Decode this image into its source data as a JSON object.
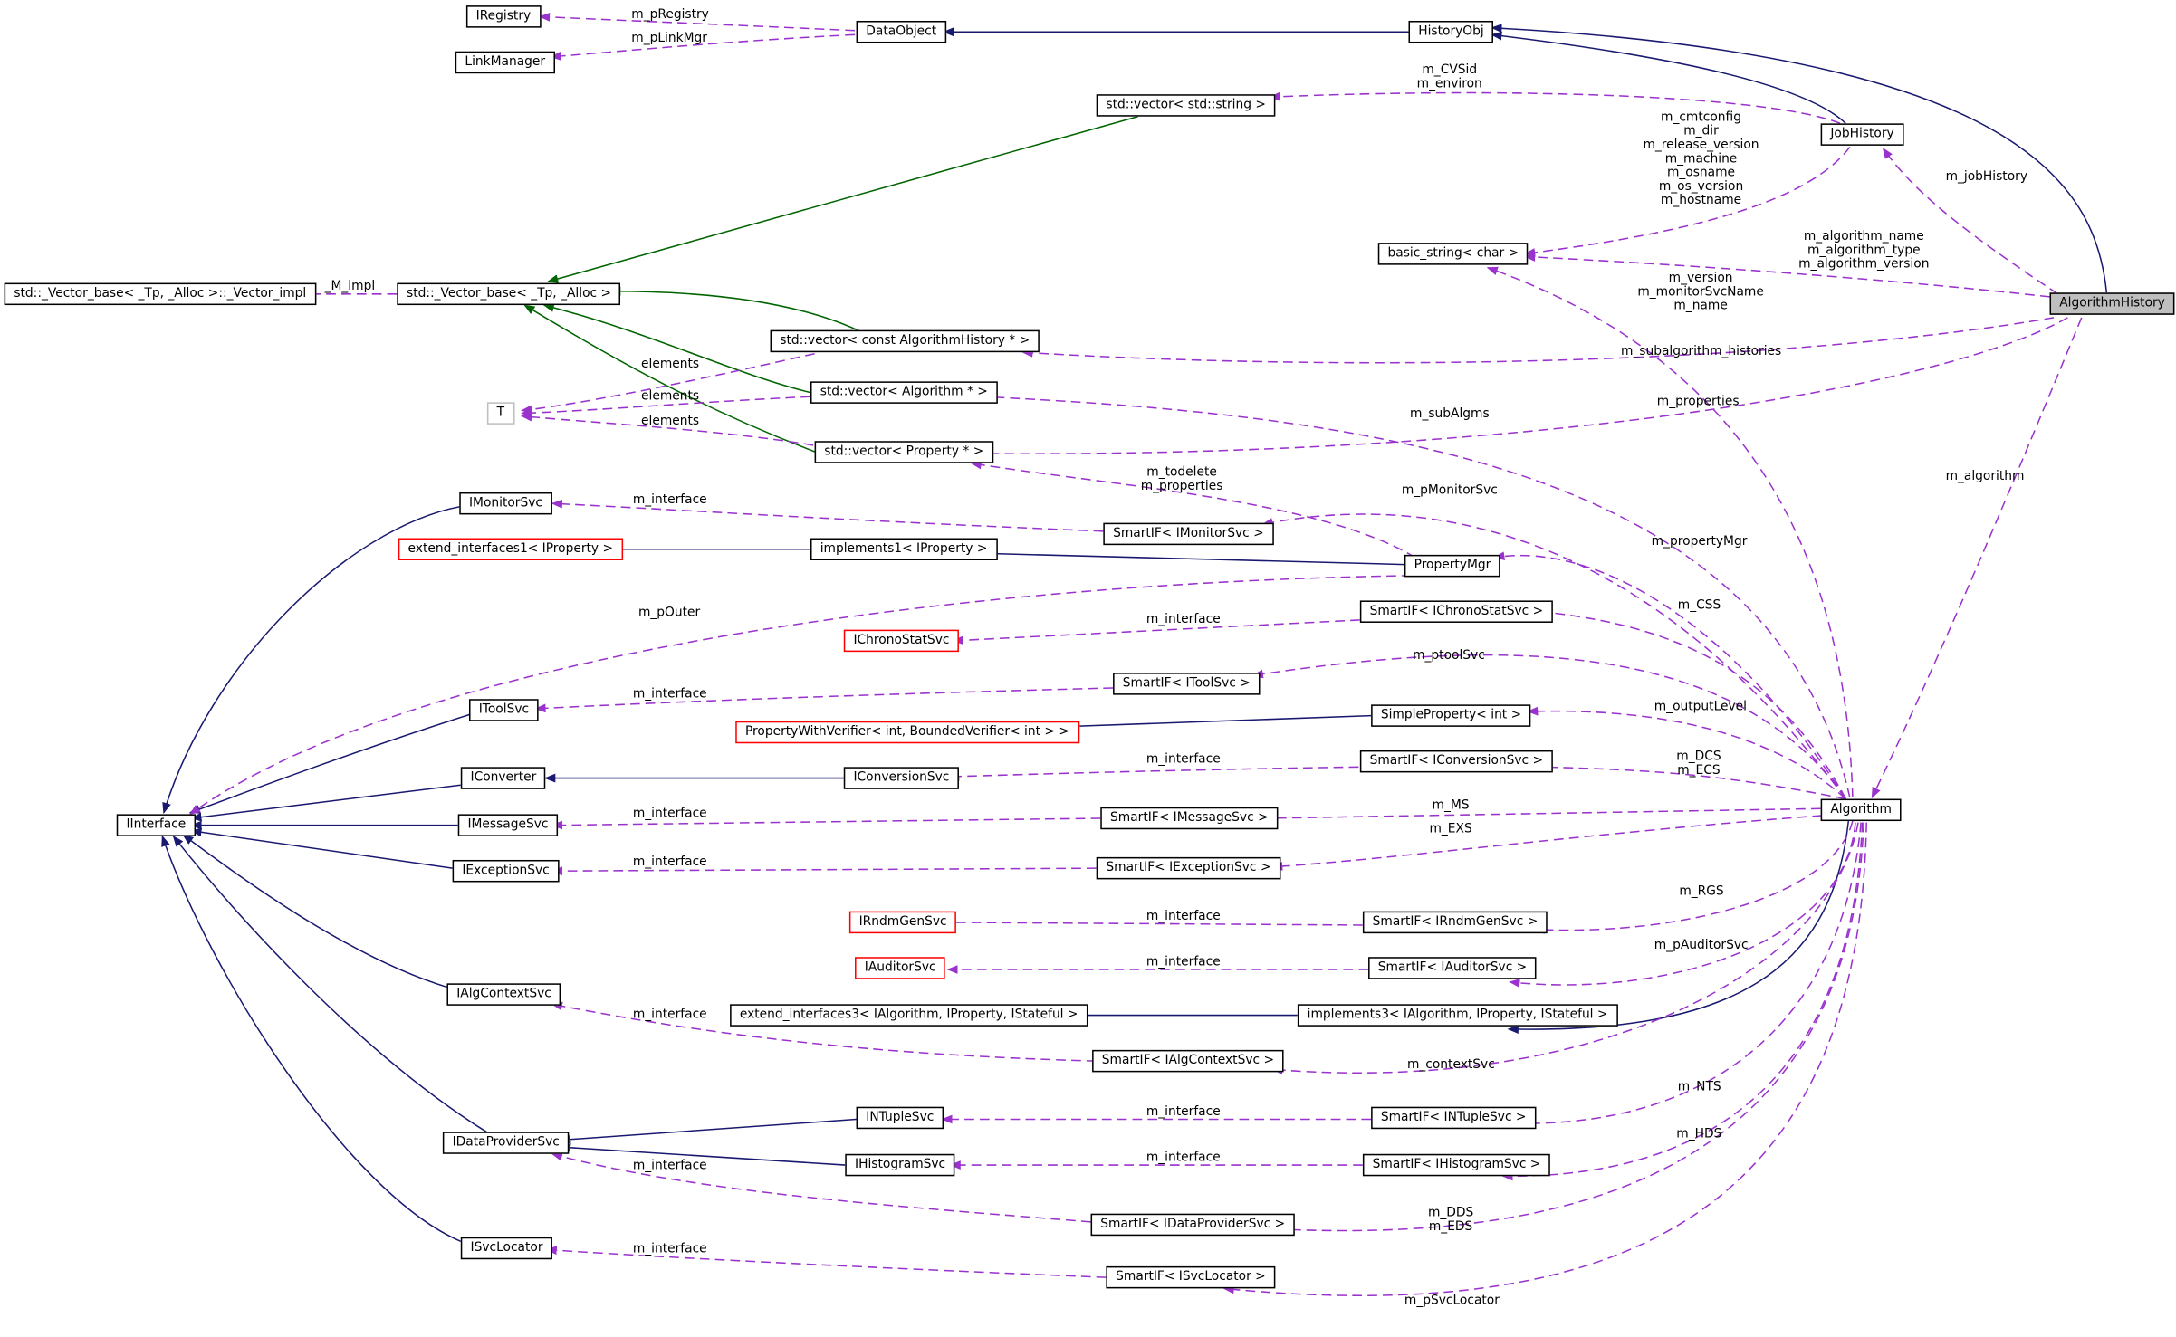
{
  "colors": {
    "inheritance": "#191970",
    "template": "#006400",
    "usage": "#9a32cd",
    "missing_class_border": "#ff0000"
  },
  "nodes": {
    "iregistry": "IRegistry",
    "linkmanager": "LinkManager",
    "dataobject": "DataObject",
    "historyobj": "HistoryObj",
    "jobhistory": "JobHistory",
    "vector_string": "std::vector< std::string >",
    "basic_string": "basic_string< char >",
    "algorithmhistory": "AlgorithmHistory",
    "vector_base_impl": "std::_Vector_base< _Tp, _Alloc >::_Vector_impl",
    "vector_base": "std::_Vector_base< _Tp, _Alloc >",
    "vector_const_alghist": "std::vector< const AlgorithmHistory * >",
    "t": "T",
    "vector_algorithm": "std::vector< Algorithm * >",
    "vector_property": "std::vector< Property * >",
    "imonitorsvc": "IMonitorSvc",
    "smartif_imonitorsvc": "SmartIF< IMonitorSvc >",
    "extend_interfaces1": "extend_interfaces1< IProperty >",
    "implements1": "implements1< IProperty >",
    "propertymgr": "PropertyMgr",
    "smartif_ichronostatsvc": "SmartIF< IChronoStatSvc >",
    "ichronostatsvc": "IChronoStatSvc",
    "smartif_itoolsvc": "SmartIF< IToolSvc >",
    "itoolsvc": "IToolSvc",
    "simpleproperty": "SimpleProperty< int >",
    "propertywithverifier": "PropertyWithVerifier< int, BoundedVerifier< int > >",
    "smartif_iconversionsvc": "SmartIF< IConversionSvc >",
    "iconverter": "IConverter",
    "iconversionsvc": "IConversionSvc",
    "algorithm": "Algorithm",
    "iinterface": "IInterface",
    "imessagesvc": "IMessageSvc",
    "smartif_imessagesvc": "SmartIF< IMessageSvc >",
    "iexceptionsvc": "IExceptionSvc",
    "smartif_iexceptionsvc": "SmartIF< IExceptionSvc >",
    "irndmgensvc": "IRndmGenSvc",
    "smartif_irndmgensvc": "SmartIF< IRndmGenSvc >",
    "iauditorsvc": "IAuditorSvc",
    "smartif_iauditorsvc": "SmartIF< IAuditorSvc >",
    "ialgcontextsvc": "IAlgContextSvc",
    "extend_interfaces3": "extend_interfaces3< IAlgorithm, IProperty, IStateful >",
    "implements3": "implements3< IAlgorithm, IProperty, IStateful >",
    "smartif_ialgcontextsvc": "SmartIF< IAlgContextSvc >",
    "intuplesvc": "INTupleSvc",
    "smartif_intuplesvc": "SmartIF< INTupleSvc >",
    "idataprovidersvc": "IDataProviderSvc",
    "ihistogramsvc": "IHistogramSvc",
    "smartif_ihistogramsvc": "SmartIF< IHistogramSvc >",
    "smartif_idataprovidersvc": "SmartIF< IDataProviderSvc >",
    "isvclocator": "ISvcLocator",
    "smartif_isvclocator": "SmartIF< ISvcLocator >"
  },
  "edge_labels": {
    "m_pregistry": "m_pRegistry",
    "m_plinkmgr": "m_pLinkMgr",
    "m_cvsid_environ": "m_CVSid\nm_environ",
    "jobhistory_members": "m_cmtconfig\nm_dir\nm_release_version\nm_machine\nm_osname\nm_os_version\nm_hostname",
    "m_jobhistory": "m_jobHistory",
    "algorithm_name_type_version": "m_algorithm_name\nm_algorithm_type\nm_algorithm_version",
    "version_monitor_name": "m_version\nm_monitorSvcName\nm_name",
    "m_impl": "_M_impl",
    "m_subalgorithm_histories": "m_subalgorithm_histories",
    "elements_1": "elements",
    "elements_2": "elements",
    "elements_3": "elements",
    "m_subalgms": "m_subAlgms",
    "m_properties_hist": "m_properties",
    "m_todelete_properties": "m_todelete\nm_properties",
    "m_algorithm": "m_algorithm",
    "m_interface_monitor": "m_interface",
    "m_pmonitorsvc": "m_pMonitorSvc",
    "m_propertymgr": "m_propertyMgr",
    "m_pouter": "m_pOuter",
    "m_interface_chrono": "m_interface",
    "m_css": "m_CSS",
    "m_ptoolsvc": "m_ptoolSvc",
    "m_interface_tool": "m_interface",
    "m_outputlevel": "m_outputLevel",
    "m_interface_conversion": "m_interface",
    "m_dcs_ecs": "m_DCS\nm_ECS",
    "m_interface_message": "m_interface",
    "m_ms": "m_MS",
    "m_exs": "m_EXS",
    "m_interface_exception": "m_interface",
    "m_rgs": "m_RGS",
    "m_interface_rndm": "m_interface",
    "m_pauditorsvc": "m_pAuditorSvc",
    "m_interface_auditor": "m_interface",
    "m_interface_algcontext": "m_interface",
    "m_contextsvc": "m_contextSvc",
    "m_nts": "m_NTS",
    "m_interface_ntuple": "m_interface",
    "m_hds": "m_HDS",
    "m_interface_histogram": "m_interface",
    "m_interface_dataprovider": "m_interface",
    "m_dds_eds": "m_DDS\nm_EDS",
    "m_interface_svclocator": "m_interface",
    "m_psvclocator": "m_pSvcLocator"
  }
}
